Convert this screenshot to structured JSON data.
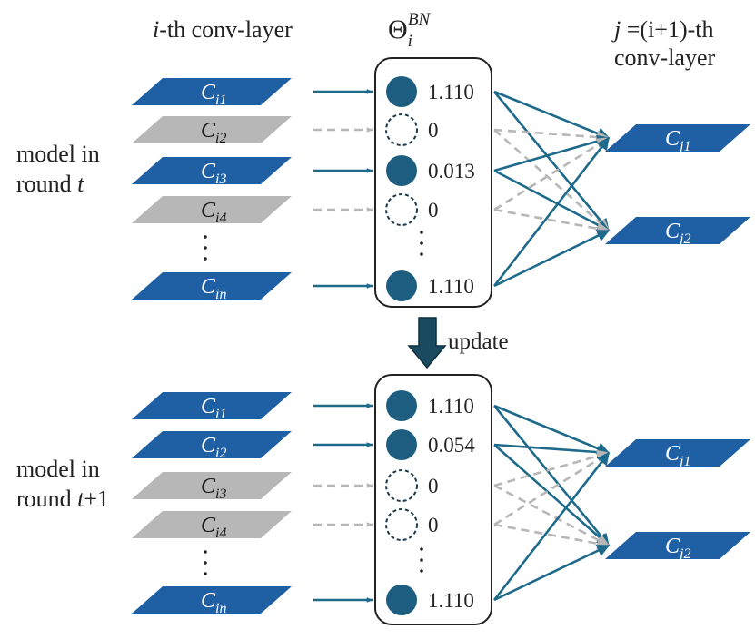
{
  "header": {
    "left_prefix": "i",
    "left_suffix": "-th conv-layer",
    "mid_base": "Θ",
    "mid_sub": "i",
    "mid_sup": "BN",
    "right_line1_var": "j",
    "right_line1_rest": " =(i+1)-th",
    "right_line2": "conv-layer"
  },
  "update_label": "update",
  "rounds": [
    {
      "label_line1": "model in",
      "label_line2_word": "round ",
      "label_line2_var": "t",
      "label_line2_extra": "",
      "layers": [
        {
          "base": "C",
          "sub": "i1",
          "active": true,
          "value": "1.110"
        },
        {
          "base": "C",
          "sub": "i2",
          "active": false,
          "value": "0"
        },
        {
          "base": "C",
          "sub": "i3",
          "active": true,
          "value": "0.013"
        },
        {
          "base": "C",
          "sub": "i4",
          "active": false,
          "value": "0"
        },
        {
          "base": "C",
          "sub": "in",
          "active": true,
          "value": "1.110"
        }
      ],
      "outputs": [
        {
          "base": "C",
          "sub": "j1"
        },
        {
          "base": "C",
          "sub": "j2"
        }
      ]
    },
    {
      "label_line1": "model in",
      "label_line2_word": "round ",
      "label_line2_var": "t",
      "label_line2_extra": "+1",
      "layers": [
        {
          "base": "C",
          "sub": "i1",
          "active": true,
          "value": "1.110"
        },
        {
          "base": "C",
          "sub": "i2",
          "active": true,
          "value": "0.054"
        },
        {
          "base": "C",
          "sub": "i3",
          "active": false,
          "value": "0"
        },
        {
          "base": "C",
          "sub": "i4",
          "active": false,
          "value": "0"
        },
        {
          "base": "C",
          "sub": "in",
          "active": true,
          "value": "1.110"
        }
      ],
      "outputs": [
        {
          "base": "C",
          "sub": "j1"
        },
        {
          "base": "C",
          "sub": "j2"
        }
      ]
    }
  ],
  "colors": {
    "active": "#1f5fa3",
    "inactive": "#b7b7b7",
    "node": "#1d5e80",
    "line": "#1d6a8a",
    "dashed": "#b7b7b7",
    "update_arrow": "#1a4a60"
  }
}
